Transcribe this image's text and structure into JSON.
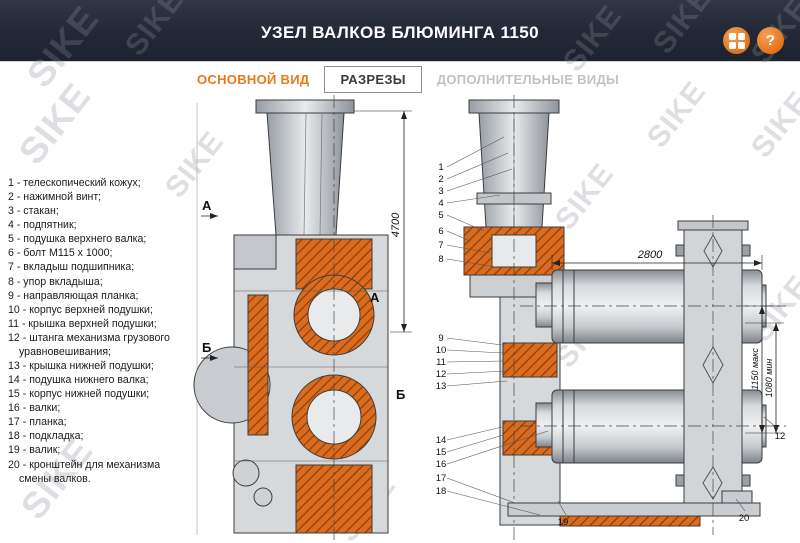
{
  "watermark": {
    "text": "SIKE"
  },
  "header": {
    "title": "УЗЕЛ ВАЛКОВ БЛЮМИНГА 1150",
    "help_label": "?"
  },
  "tabs": [
    {
      "label": "ОСНОВНОЙ ВИД",
      "active": true
    },
    {
      "label": "РАЗРЕЗЫ",
      "active": false
    },
    {
      "label": "ДОПОЛНИТЕЛЬНЫЕ ВИДЫ",
      "active": false
    }
  ],
  "parts_list": [
    "1 - телескопический кожух;",
    "2 - нажимной винт;",
    "3 - стакан;",
    "4 - подпятник;",
    "5 - подушка верхнего валка;",
    "6 - болт М115 х 1000;",
    "7 - вкладыш подшипника;",
    "8 - упор вкладыша;",
    "9 - направляющая планка;",
    "10 - корпус верхней подушки;",
    "11 - крышка верхней подушки;",
    "12 - штанга механизма грузового уравновешивания;",
    "13 - крышка нижней подушки;",
    "14 - подушка нижнего валка;",
    "15 - корпус нижней подушки;",
    "16 - валки;",
    "17 - планка;",
    "18 - подкладка;",
    "19 - валик;",
    "20 - кронштейн для механизма смены валков."
  ],
  "drawing": {
    "section_a": "А",
    "section_b": "Б",
    "dims": {
      "total_height": "4700",
      "roll_length": "2800",
      "max": "1150 макс",
      "min": "1080 мин"
    },
    "callouts": [
      "1",
      "2",
      "3",
      "4",
      "5",
      "6",
      "7",
      "8",
      "9",
      "10",
      "11",
      "12",
      "13",
      "14",
      "15",
      "16",
      "17",
      "18",
      "19",
      "20"
    ]
  },
  "colors": {
    "accent": "#E8791E",
    "header_bg": "#232836",
    "hatch_fill": "#D96C1E",
    "hatch_line": "#8C3D05"
  }
}
